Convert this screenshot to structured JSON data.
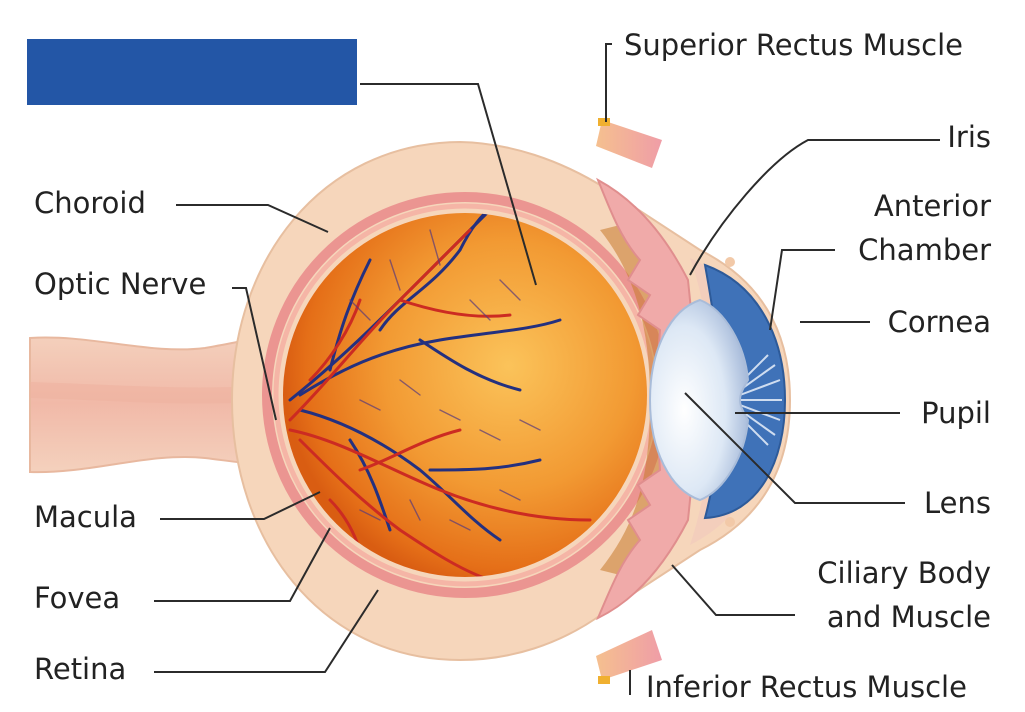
{
  "labels": {
    "superior_rectus": "Superior Rectus Muscle",
    "iris": "Iris",
    "anterior_chamber_line1": "Anterior",
    "anterior_chamber_line2": "Chamber",
    "cornea": "Cornea",
    "pupil": "Pupil",
    "lens": "Lens",
    "ciliary_line1": "Ciliary Body",
    "ciliary_line2": "and Muscle",
    "inferior_rectus": "Inferior Rectus Muscle",
    "choroid": "Choroid",
    "optic_nerve": "Optic Nerve",
    "macula": "Macula",
    "fovea": "Fovea",
    "retina": "Retina"
  },
  "colors": {
    "redaction_box": "#2356a6",
    "sclera": "#f6d6bb",
    "choroid_band": "#e98a8a",
    "globe": "#ea7a1c",
    "vitreous_highlight": "#fbc35a",
    "iris_tissue": "#f0aaa9",
    "lens": "#dce8f6",
    "iris_blue": "#3f72b8",
    "artery": "#cc2b22",
    "vein": "#24307f",
    "leader_line": "#2b2b2b"
  }
}
